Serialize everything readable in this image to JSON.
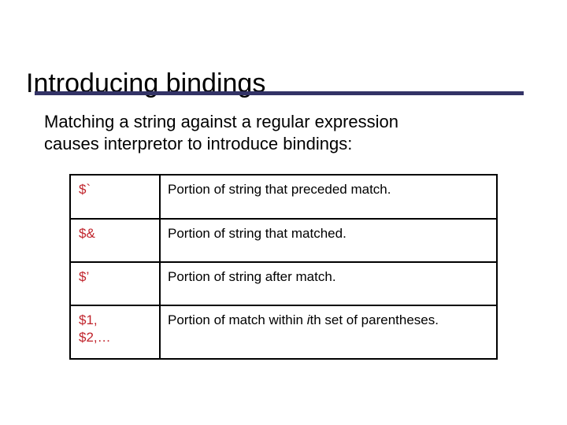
{
  "slide": {
    "title": "Introducing bindings",
    "accent_color": "#333366",
    "token_color": "#c0232b",
    "body": {
      "line1": "Matching a string against a regular expression",
      "line2": "causes interpretor to introduce bindings:"
    },
    "table": {
      "rows": [
        {
          "token": "$`",
          "description": "Portion of string that preceded match."
        },
        {
          "token": "$&",
          "description": "Portion of string that matched."
        },
        {
          "token": "$’",
          "description": "Portion of string after match."
        },
        {
          "token": "$1,\n$2,…",
          "description_prefix": "Portion of match within ",
          "description_italic": "i",
          "description_suffix": "th set of parentheses."
        }
      ]
    }
  }
}
